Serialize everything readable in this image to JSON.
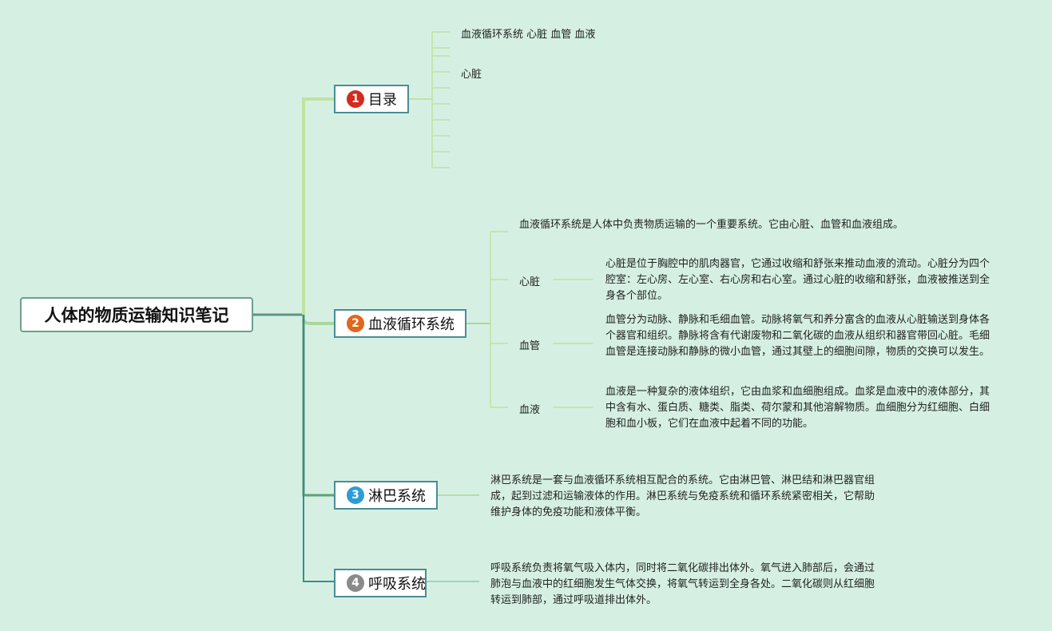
{
  "root": {
    "title": "人体的物质运输知识笔记"
  },
  "colors": {
    "background": "#d5f0e3",
    "badge1": "#d42a1f",
    "badge2": "#e3661d",
    "badge3": "#2e9bd6",
    "badge4": "#8a8a8a"
  },
  "branches": [
    {
      "number": "1",
      "label": "目录",
      "badge_color": "#d42a1f"
    },
    {
      "number": "2",
      "label": "血液循环系统",
      "badge_color": "#e3661d"
    },
    {
      "number": "3",
      "label": "淋巴系统",
      "badge_color": "#2e9bd6"
    },
    {
      "number": "4",
      "label": "呼吸系统",
      "badge_color": "#8a8a8a"
    }
  ],
  "toc": {
    "items": [
      "血液循环系统 心脏 血管 血液",
      "心脏"
    ]
  },
  "circulation": {
    "intro": "血液循环系统是人体中负责物质运输的一个重要系统。它由心脏、血管和血液组成。",
    "heart": {
      "label": "心脏",
      "desc": "心脏是位于胸腔中的肌肉器官，它通过收缩和舒张来推动血液的流动。心脏分为四个腔室：左心房、左心室、右心房和右心室。通过心脏的收缩和舒张，血液被推送到全身各个部位。"
    },
    "vessels": {
      "label": "血管",
      "desc": "血管分为动脉、静脉和毛细血管。动脉将氧气和养分富含的血液从心脏输送到身体各个器官和组织。静脉将含有代谢废物和二氧化碳的血液从组织和器官带回心脏。毛细血管是连接动脉和静脉的微小血管，通过其壁上的细胞间隙，物质的交换可以发生。"
    },
    "blood": {
      "label": "血液",
      "desc": "血液是一种复杂的液体组织，它由血浆和血细胞组成。血浆是血液中的液体部分，其中含有水、蛋白质、糖类、脂类、荷尔蒙和其他溶解物质。血细胞分为红细胞、白细胞和血小板，它们在血液中起着不同的功能。"
    }
  },
  "lymph": {
    "desc": "淋巴系统是一套与血液循环系统相互配合的系统。它由淋巴管、淋巴结和淋巴器官组成，起到过滤和运输液体的作用。淋巴系统与免疫系统和循环系统紧密相关，它帮助维护身体的免疫功能和液体平衡。"
  },
  "respiratory": {
    "desc": "呼吸系统负责将氧气吸入体内，同时将二氧化碳排出体外。氧气进入肺部后，会通过肺泡与血液中的红细胞发生气体交换，将氧气转运到全身各处。二氧化碳则从红细胞转运到肺部，通过呼吸道排出体外。"
  }
}
